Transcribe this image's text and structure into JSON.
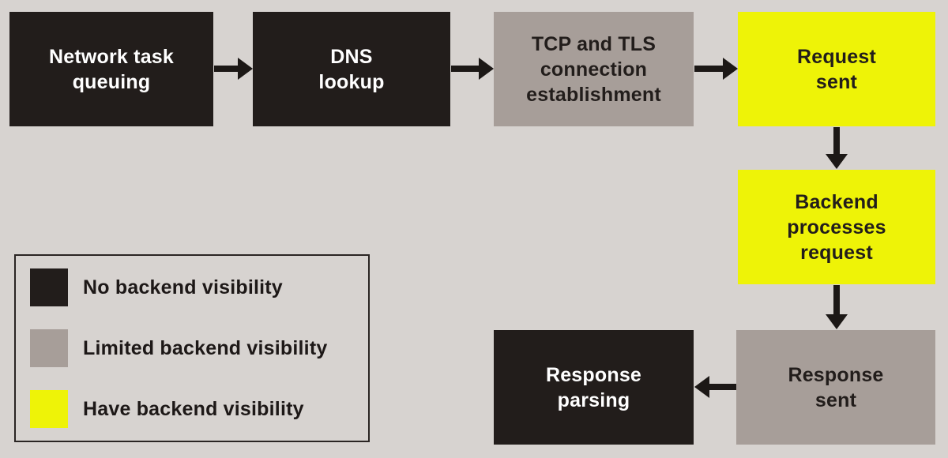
{
  "colors": {
    "background": "#d7d3d0",
    "no_visibility": "#221d1b",
    "limited_visibility": "#a79e99",
    "have_visibility": "#eef307",
    "arrow": "#1c1816"
  },
  "flow": {
    "boxes": [
      {
        "id": "network-task-queuing",
        "label": "Network task\nqueuing",
        "type": "black"
      },
      {
        "id": "dns-lookup",
        "label": "DNS\nlookup",
        "type": "black"
      },
      {
        "id": "tcp-tls-connection",
        "label": "TCP and TLS\nconnection\nestablishment",
        "type": "gray"
      },
      {
        "id": "request-sent",
        "label": "Request\nsent",
        "type": "yellow"
      },
      {
        "id": "backend-processes-request",
        "label": "Backend\nprocesses\nrequest",
        "type": "yellow"
      },
      {
        "id": "response-sent",
        "label": "Response\nsent",
        "type": "gray"
      },
      {
        "id": "response-parsing",
        "label": "Response\nparsing",
        "type": "black"
      }
    ]
  },
  "legend": {
    "items": [
      {
        "swatch": "black",
        "label": "No backend visibility"
      },
      {
        "swatch": "gray",
        "label": "Limited backend visibility"
      },
      {
        "swatch": "yellow",
        "label": "Have backend visibility"
      }
    ]
  }
}
